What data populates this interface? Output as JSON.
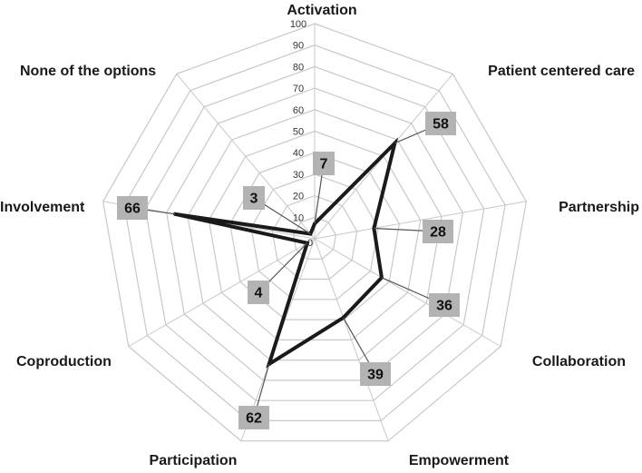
{
  "chart_data": {
    "type": "radar",
    "title": "",
    "rlim": [
      0,
      100
    ],
    "ticks": [
      "10",
      "20",
      "30",
      "40",
      "50",
      "60",
      "70",
      "80",
      "90",
      "100"
    ],
    "zero_tick": "0",
    "grid": true,
    "legend": "none",
    "categories": [
      "Activation",
      "Patient centered care",
      "Partnership",
      "Collaboration",
      "Empowerment",
      "Participation",
      "Coproduction",
      "Involvement",
      "None of the options"
    ],
    "series": [
      {
        "values": [
          7,
          58,
          28,
          36,
          39,
          62,
          4,
          66,
          3
        ]
      }
    ],
    "data_labels": [
      "7",
      "58",
      "28",
      "36",
      "39",
      "62",
      "4",
      "66",
      "3"
    ]
  },
  "colors": {
    "grid": "#c8c8c8",
    "line": "#1a1a1a",
    "label_box": "#b3b3b3"
  }
}
